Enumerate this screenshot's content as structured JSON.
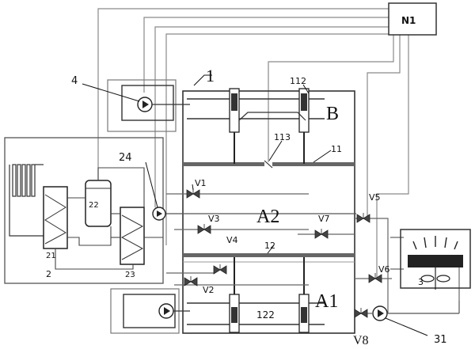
{
  "labels": {
    "controller": "N1",
    "vessel": "1",
    "chamber_b": "B",
    "chamber_a2": "A2",
    "chamber_a1": "A1",
    "pump_top": "4",
    "actuator_top": "112",
    "baffle_hole": "113",
    "baffle_upper": "11",
    "baffle_lower": "12",
    "actuator_bottom": "122",
    "heat_pump": "2",
    "condenser": "21",
    "tank": "22",
    "evaporator": "23",
    "circ_pump": "24",
    "cooler": "3",
    "cool_pump": "31",
    "v1": "V1",
    "v2": "V2",
    "v3": "V3",
    "v4": "V4",
    "v5": "V5",
    "v6": "V6",
    "v7": "V7",
    "v8": "V8"
  },
  "colors": {
    "line": "#555555",
    "light_line": "#9a9a9a",
    "fill_dark": "#222222"
  }
}
